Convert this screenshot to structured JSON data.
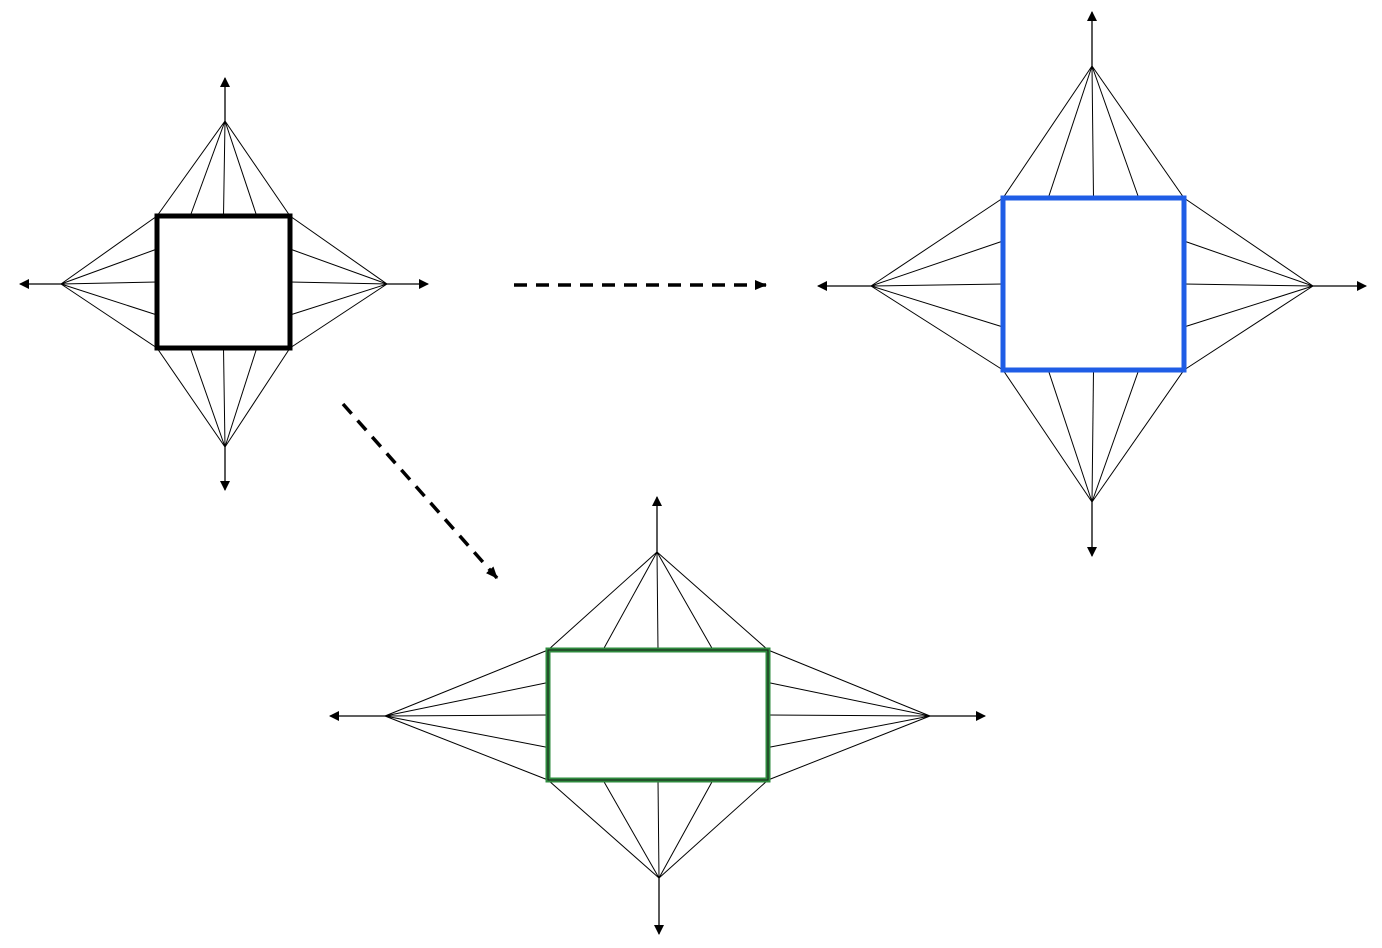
{
  "diagram": {
    "colors": {
      "background": "#ffffff",
      "line": "#000000",
      "original_square": "#000000",
      "scaled_square": "#1f5de6",
      "stretched_rectangle": "#2e8b3e",
      "stretched_rectangle_inner": "#1a1a1a",
      "arrow": "#000000"
    },
    "shapes": [
      {
        "id": "original-square",
        "kind": "square",
        "fan_lines_per_side": 5
      },
      {
        "id": "scaled-square",
        "kind": "square",
        "fan_lines_per_side": 5
      },
      {
        "id": "stretched-rectangle",
        "kind": "rectangle",
        "fan_lines_per_side": 5
      }
    ],
    "transitions": [
      {
        "from": "original-square",
        "to": "scaled-square",
        "style": "dashed"
      },
      {
        "from": "original-square",
        "to": "stretched-rectangle",
        "style": "dashed"
      }
    ]
  }
}
